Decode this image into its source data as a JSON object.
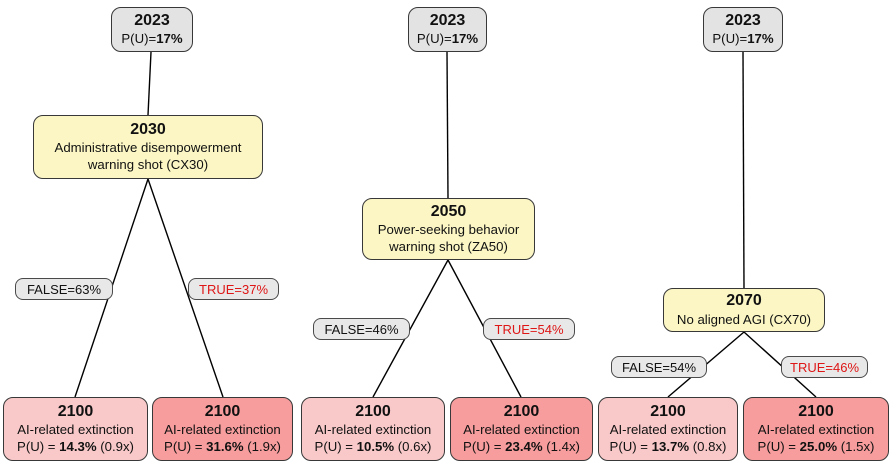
{
  "colors": {
    "root_fill": "#e3e3e3",
    "event_fill": "#fbf6c4",
    "outcome_false_fill": "#f9c9c9",
    "outcome_true_fill": "#f79d9d",
    "pill_fill": "#e8e8e8",
    "border": "#383838",
    "true_label_text": "#de1616",
    "edge_line": "#000000"
  },
  "trees": [
    {
      "root": {
        "year": "2023",
        "prob_prefix": "P(U)=",
        "prob": "17%"
      },
      "event": {
        "year": "2030",
        "label": "Administrative disempowerment warning shot (CX30)"
      },
      "false_label": "FALSE=63%",
      "true_label": "TRUE=37%",
      "outcomes": [
        {
          "year": "2100",
          "label": "AI-related extinction",
          "prob_prefix": "P(U) = ",
          "prob": "14.3%",
          "multiplier": " (0.9x)"
        },
        {
          "year": "2100",
          "label": "AI-related extinction",
          "prob_prefix": "P(U) = ",
          "prob": "31.6%",
          "multiplier": " (1.9x)"
        }
      ]
    },
    {
      "root": {
        "year": "2023",
        "prob_prefix": "P(U)=",
        "prob": "17%"
      },
      "event": {
        "year": "2050",
        "label": "Power-seeking behavior warning shot (ZA50)"
      },
      "false_label": "FALSE=46%",
      "true_label": "TRUE=54%",
      "outcomes": [
        {
          "year": "2100",
          "label": "AI-related extinction",
          "prob_prefix": "P(U) = ",
          "prob": "10.5%",
          "multiplier": " (0.6x)"
        },
        {
          "year": "2100",
          "label": "AI-related extinction",
          "prob_prefix": "P(U) = ",
          "prob": "23.4%",
          "multiplier": " (1.4x)"
        }
      ]
    },
    {
      "root": {
        "year": "2023",
        "prob_prefix": "P(U)=",
        "prob": "17%"
      },
      "event": {
        "year": "2070",
        "label": "No aligned AGI (CX70)"
      },
      "false_label": "FALSE=54%",
      "true_label": "TRUE=46%",
      "outcomes": [
        {
          "year": "2100",
          "label": "AI-related extinction",
          "prob_prefix": "P(U) = ",
          "prob": "13.7%",
          "multiplier": " (0.8x)"
        },
        {
          "year": "2100",
          "label": "AI-related extinction",
          "prob_prefix": "P(U) = ",
          "prob": "25.0%",
          "multiplier": " (1.5x)"
        }
      ]
    }
  ]
}
